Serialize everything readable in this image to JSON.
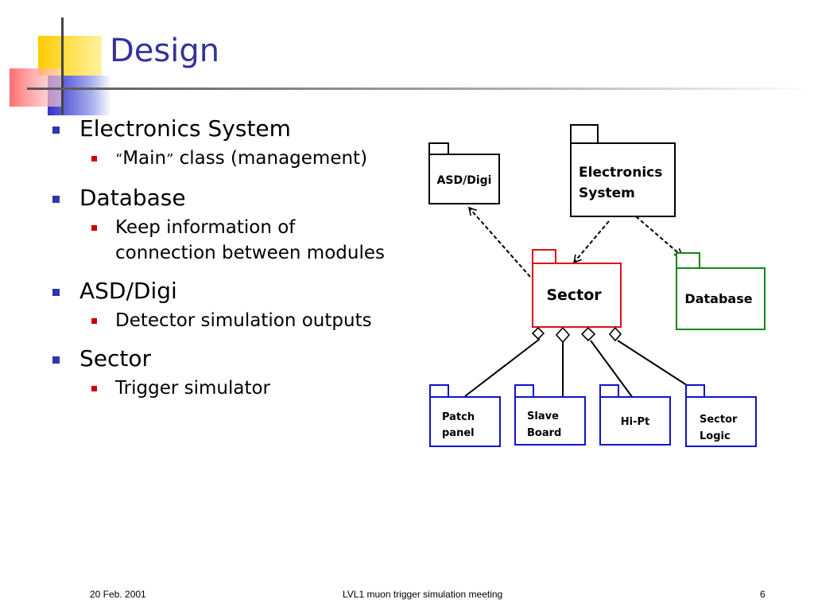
{
  "slide": {
    "title": "Design",
    "bullets": [
      {
        "text": "Electronics System",
        "sub": [
          {
            "quote_open": "“",
            "quoted": "Main",
            "quote_close": "”",
            "rest": " class (management)"
          }
        ]
      },
      {
        "text": "Database",
        "sub": [
          {
            "line1": "Keep information of",
            "line2": "connection between modules"
          }
        ]
      },
      {
        "text": "ASD/Digi",
        "sub": [
          {
            "text": "Detector simulation outputs"
          }
        ]
      },
      {
        "text": "Sector",
        "sub": [
          {
            "text": "Trigger simulator"
          }
        ]
      }
    ]
  },
  "diagram": {
    "packages": {
      "asd_digi": {
        "label": "ASD/Digi",
        "color": "#000000"
      },
      "electronics": {
        "line1": "Electronics",
        "line2": "System",
        "color": "#000000"
      },
      "sector": {
        "label": "Sector",
        "color": "#dd1111"
      },
      "database": {
        "label": "Database",
        "color": "#118811"
      },
      "patch_panel": {
        "line1": "Patch",
        "line2": "panel",
        "color": "#1111cc"
      },
      "slave_board": {
        "line1": "Slave",
        "line2": "Board",
        "color": "#1111cc"
      },
      "hi_pt": {
        "label": "Hi-Pt",
        "color": "#1111cc"
      },
      "sector_logic": {
        "line1": "Sector",
        "line2": "Logic",
        "color": "#1111cc"
      }
    }
  },
  "footer": {
    "date": "20 Feb. 2001",
    "meeting": "LVL1 muon trigger simulation meeting",
    "page": "6"
  },
  "colors": {
    "title": "#333399",
    "bullet_level1": "#3333aa",
    "bullet_level2": "#cc0000"
  }
}
